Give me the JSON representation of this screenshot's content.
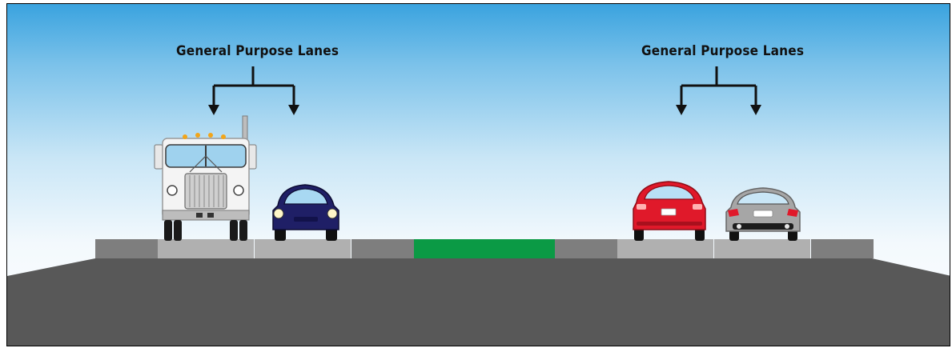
{
  "labels": {
    "left": "General Purpose Lanes",
    "right": "General Purpose Lanes"
  },
  "colors": {
    "median": "#0b9a45",
    "road": "#585858",
    "sky_top": "#3aa3df",
    "sedan_blue": "#1f1f66",
    "car_red": "#e0192a",
    "car_silver": "#a6a6a6",
    "truck": "#f2f2f2"
  },
  "vehicles": [
    {
      "name": "semi-truck",
      "lane": "left-1"
    },
    {
      "name": "blue-car",
      "lane": "left-2"
    },
    {
      "name": "red-car",
      "lane": "right-1"
    },
    {
      "name": "silver-car",
      "lane": "right-2"
    }
  ]
}
